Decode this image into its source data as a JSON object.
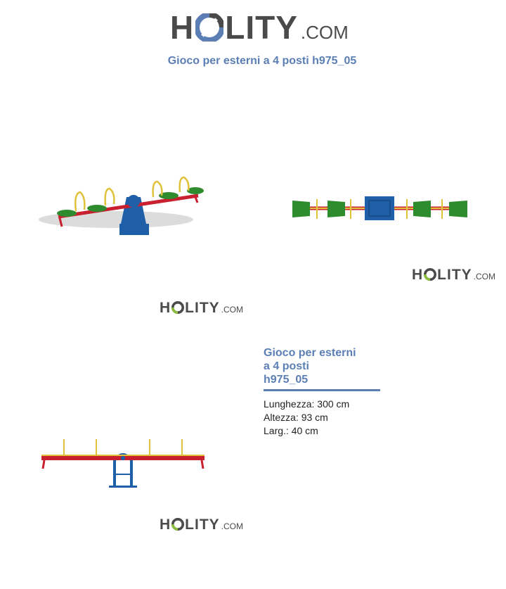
{
  "brand": {
    "name_prefix": "H",
    "name_suffix": "LITY",
    "domain": ".COM"
  },
  "page": {
    "title": "Gioco per esterni a 4 posti h975_05"
  },
  "product": {
    "title_lines": [
      "Gioco per esterni",
      "a 4 posti",
      "h975_05"
    ],
    "specs": [
      "Lunghezza: 300 cm",
      "Altezza: 93 cm",
      "Larg.: 40 cm"
    ]
  },
  "colors": {
    "accent": "#5b7fb5",
    "text": "#4a4a4a",
    "logo_blue": "#5b7fb5",
    "logo_green": "#8bbd3c",
    "beam_red": "#c8202f",
    "seat_green": "#2e8b2e",
    "handle_yellow": "#e0c23a",
    "frame_blue": "#1f5fa8"
  },
  "icons": [
    "holity-logo-icon"
  ]
}
